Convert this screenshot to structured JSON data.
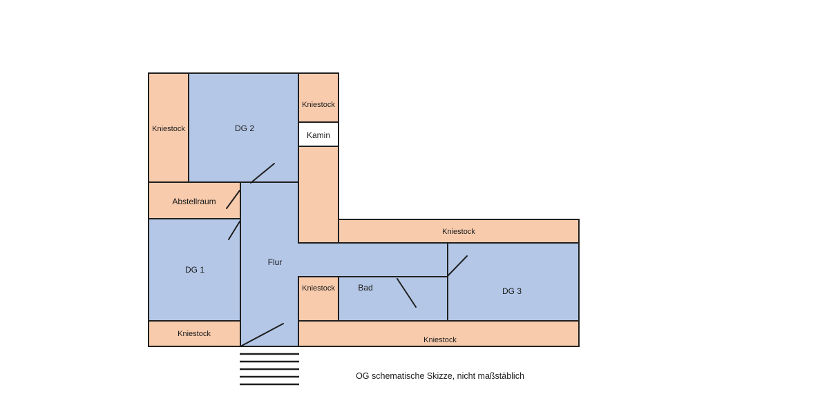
{
  "colors": {
    "background": "#FFFFFF",
    "kniestock": "#F8CBAD",
    "room": "#B4C7E7",
    "kamin": "#FFFFFF",
    "wall": "#1F1F1F",
    "text": "#1A1A1A"
  },
  "plan": {
    "labels": {
      "dg1": "DG 1",
      "dg2": "DG 2",
      "dg3": "DG 3",
      "flur": "Flur",
      "bad": "Bad",
      "abstellraum": "Abstellraum",
      "kamin": "Kamin",
      "kniestock_left": "Kniestock",
      "kniestock_top_right": "Kniestock",
      "kniestock_right_bar": "Kniestock",
      "kniestock_mid": "Kniestock",
      "kniestock_bottom_left": "Kniestock",
      "kniestock_bottom_bar": "Kniestock"
    },
    "caption": "OG schematische Skizze, nicht maßstäblich"
  }
}
